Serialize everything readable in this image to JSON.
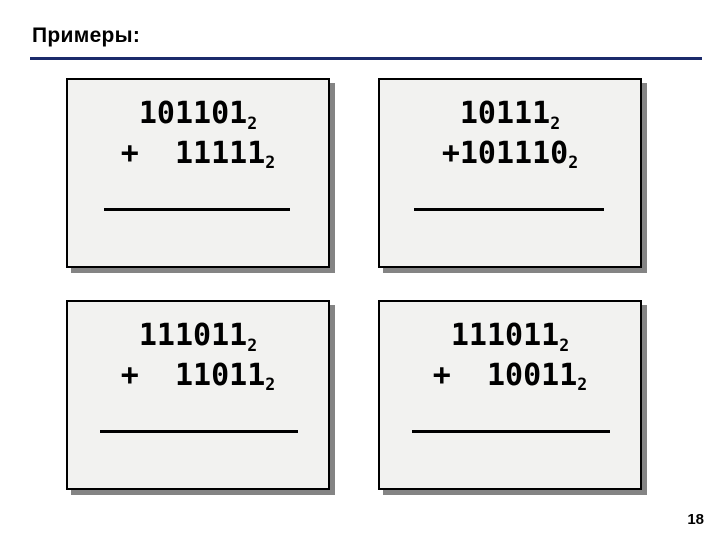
{
  "slide": {
    "title": "Примеры:",
    "page_number": "18",
    "accent_color": "#1b2a6b",
    "box_fill": "#f2f2f0",
    "text_color": "#000000"
  },
  "examples": [
    {
      "name": "example-1",
      "operand1": "101101",
      "operand1_sub": "2",
      "operator": "+",
      "operand2": "11111",
      "operand2_sub": "2",
      "line1": "101101",
      "line2": "+  11111"
    },
    {
      "name": "example-2",
      "operand1": "10111",
      "operand1_sub": "2",
      "operator": "+",
      "operand2": "101110",
      "operand2_sub": "2",
      "line1": "10111",
      "line2": "+101110"
    },
    {
      "name": "example-3",
      "operand1": "111011",
      "operand1_sub": "2",
      "operator": "+",
      "operand2": "11011",
      "operand2_sub": "2",
      "line1": "111011",
      "line2": "+  11011"
    },
    {
      "name": "example-4",
      "operand1": "111011",
      "operand1_sub": "2",
      "operator": "+",
      "operand2": "10011",
      "operand2_sub": "2",
      "line1": "111011",
      "line2": "+  10011"
    }
  ]
}
